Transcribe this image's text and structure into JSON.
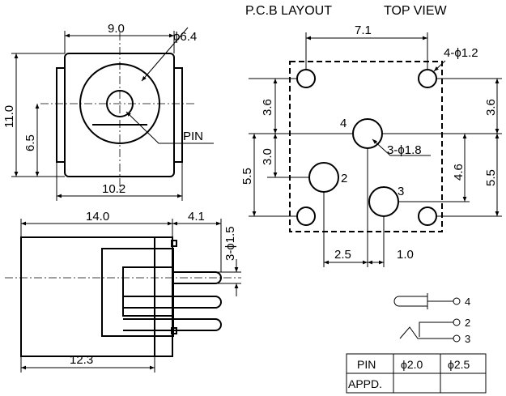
{
  "headers": {
    "pcb_layout": "P.C.B LAYOUT",
    "top_view": "TOP VIEW"
  },
  "front_view": {
    "width": "9.0",
    "outer_dia": "ϕ6.4",
    "height": "11.0",
    "center_height": "6.5",
    "base_width": "10.2",
    "pin_label": "PIN"
  },
  "side_view": {
    "length": "14.0",
    "pin_extension": "4.1",
    "pin_dia": "3-ϕ1.5",
    "body_length": "12.3"
  },
  "pcb_layout": {
    "width": "7.1",
    "mount_holes": "4-ϕ1.2",
    "left_top": "3.6",
    "right_top": "3.6",
    "left_mid": "3.0",
    "left_bottom": "5.5",
    "right_mid": "4.6",
    "right_bottom": "5.5",
    "pin_holes": "3-ϕ1.8",
    "pin_offset": "2.5",
    "pin_offset_small": "1.0",
    "pin4": "4",
    "pin2": "2",
    "pin3": "3"
  },
  "schematic": {
    "pin4": "4",
    "pin2": "2",
    "pin3": "3"
  },
  "table": {
    "col_pin": "PIN",
    "col_a": "ϕ2.0",
    "col_b": "ϕ2.5",
    "row_label": "APPD."
  }
}
